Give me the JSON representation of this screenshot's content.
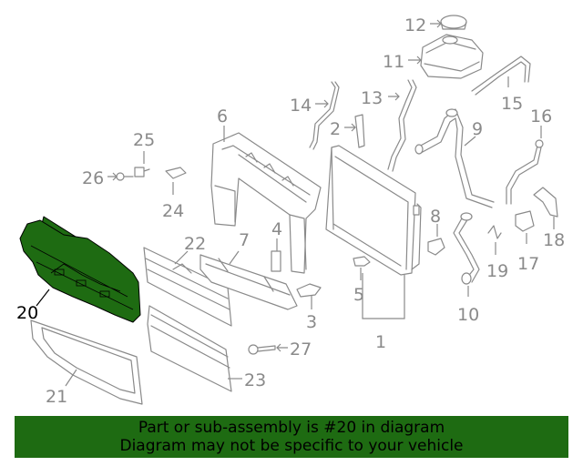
{
  "colors": {
    "highlight": "#1e6b12",
    "line": "#8a8a8a",
    "highlight_label": "#000000"
  },
  "highlighted_part": "20",
  "labels": {
    "p1": "1",
    "p2": "2",
    "p3": "3",
    "p4": "4",
    "p5": "5",
    "p6": "6",
    "p7": "7",
    "p8": "8",
    "p9": "9",
    "p10": "10",
    "p11": "11",
    "p12": "12",
    "p13": "13",
    "p14": "14",
    "p15": "15",
    "p16": "16",
    "p17": "17",
    "p18": "18",
    "p19": "19",
    "p20": "20",
    "p21": "21",
    "p22": "22",
    "p23": "23",
    "p24": "24",
    "p25": "25",
    "p26": "26",
    "p27": "27"
  },
  "banner": {
    "line1": "Part or sub-assembly is #20 in diagram",
    "line2": "Diagram may not be specific to your vehicle"
  }
}
